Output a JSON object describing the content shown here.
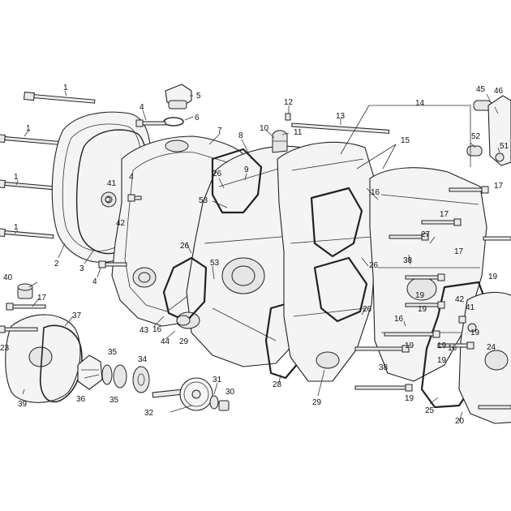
{
  "diagram": {
    "type": "exploded-parts-view",
    "callouts": [
      {
        "id": "c1a",
        "text": "1"
      },
      {
        "id": "c1b",
        "text": "1"
      },
      {
        "id": "c1c",
        "text": "1"
      },
      {
        "id": "c1d",
        "text": "1"
      },
      {
        "id": "c2",
        "text": "2"
      },
      {
        "id": "c3",
        "text": "3"
      },
      {
        "id": "c4a",
        "text": "4"
      },
      {
        "id": "c4b",
        "text": "4"
      },
      {
        "id": "c4c",
        "text": "4"
      },
      {
        "id": "c5",
        "text": "5"
      },
      {
        "id": "c6",
        "text": "6"
      },
      {
        "id": "c7",
        "text": "7"
      },
      {
        "id": "c8",
        "text": "8"
      },
      {
        "id": "c9",
        "text": "9"
      },
      {
        "id": "c10",
        "text": "10"
      },
      {
        "id": "c11",
        "text": "11"
      },
      {
        "id": "c12",
        "text": "12"
      },
      {
        "id": "c13",
        "text": "13"
      },
      {
        "id": "c14",
        "text": "14"
      },
      {
        "id": "c15",
        "text": "15"
      },
      {
        "id": "c16a",
        "text": "16"
      },
      {
        "id": "c16b",
        "text": "16"
      },
      {
        "id": "c16c",
        "text": "16"
      },
      {
        "id": "c16d",
        "text": "16"
      },
      {
        "id": "c17a",
        "text": "17"
      },
      {
        "id": "c17b",
        "text": "17"
      },
      {
        "id": "c17c",
        "text": "17"
      },
      {
        "id": "c17d",
        "text": "17"
      },
      {
        "id": "c19a",
        "text": "19"
      },
      {
        "id": "c19b",
        "text": "19"
      },
      {
        "id": "c19c",
        "text": "19"
      },
      {
        "id": "c19d",
        "text": "19"
      },
      {
        "id": "c19e",
        "text": "19"
      },
      {
        "id": "c19f",
        "text": "19"
      },
      {
        "id": "c19g",
        "text": "19"
      },
      {
        "id": "c19h",
        "text": "19"
      },
      {
        "id": "c20",
        "text": "20"
      },
      {
        "id": "c23",
        "text": "23"
      },
      {
        "id": "c24",
        "text": "24"
      },
      {
        "id": "c25",
        "text": "25"
      },
      {
        "id": "c26a",
        "text": "26"
      },
      {
        "id": "c26b",
        "text": "26"
      },
      {
        "id": "c26c",
        "text": "26"
      },
      {
        "id": "c26d",
        "text": "26"
      },
      {
        "id": "c27",
        "text": "27"
      },
      {
        "id": "c28",
        "text": "28"
      },
      {
        "id": "c29a",
        "text": "29"
      },
      {
        "id": "c29b",
        "text": "29"
      },
      {
        "id": "c30",
        "text": "30"
      },
      {
        "id": "c31",
        "text": "31"
      },
      {
        "id": "c32",
        "text": "32"
      },
      {
        "id": "c34",
        "text": "34"
      },
      {
        "id": "c35a",
        "text": "35"
      },
      {
        "id": "c35b",
        "text": "35"
      },
      {
        "id": "c36",
        "text": "36"
      },
      {
        "id": "c37",
        "text": "37"
      },
      {
        "id": "c38a",
        "text": "38"
      },
      {
        "id": "c38b",
        "text": "38"
      },
      {
        "id": "c39",
        "text": "39"
      },
      {
        "id": "c40",
        "text": "40"
      },
      {
        "id": "c41a",
        "text": "41"
      },
      {
        "id": "c41b",
        "text": "41"
      },
      {
        "id": "c42a",
        "text": "42"
      },
      {
        "id": "c42b",
        "text": "42"
      },
      {
        "id": "c43",
        "text": "43"
      },
      {
        "id": "c44",
        "text": "44"
      },
      {
        "id": "c45",
        "text": "45"
      },
      {
        "id": "c46",
        "text": "46"
      },
      {
        "id": "c51",
        "text": "51"
      },
      {
        "id": "c52",
        "text": "52"
      },
      {
        "id": "c53a",
        "text": "53"
      },
      {
        "id": "c53b",
        "text": "53"
      }
    ]
  }
}
